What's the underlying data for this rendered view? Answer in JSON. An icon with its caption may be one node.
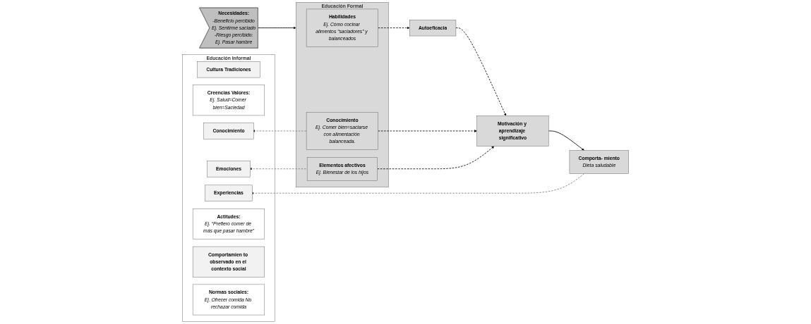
{
  "diagram": {
    "nodes": [
      {
        "text": [
          "Educación Informal"
        ]
      },
      {
        "text": [
          "Cultura Tradiciones"
        ],
        "in": 0
      },
      {
        "text": [
          "Creencias Valores:",
          "Ej. Salud=Comer bien=Saciedad"
        ],
        "in": 0
      },
      {
        "text": [
          "Experiencias"
        ],
        "in": 0
      },
      {
        "text": [
          "Conocimiento"
        ],
        "in": 0
      },
      {
        "text": [
          "Emociones"
        ],
        "in": 0
      },
      {
        "text": [
          "Actitudes:",
          "Ej. “Prefiero comer de más que pasar hambre”"
        ],
        "in": 0
      },
      {
        "text": [
          "Comportamien to observado en el contexto social"
        ],
        "in": 0
      },
      {
        "text": [
          "Normas sociales:",
          "Ej. Ofrecer comida No rechazar comida"
        ],
        "in": 0
      },
      {
        "text": [
          "Necesidades:",
          "-Beneficio percibido",
          "Ej. Sentirme saciado",
          "-Riesgo percibido:",
          "Ej. Pasar hambre"
        ]
      },
      {
        "text": [
          "Educación Formal"
        ]
      },
      {
        "text": [
          "Habilidades",
          "Ej. Cómo cocinar alimentos “saciadores” y balanceados"
        ],
        "in": 10
      },
      {
        "text": [
          "Conocimiento",
          "Ej. Comer bien=saciarse con alimentación balanceada."
        ],
        "in": 10
      },
      {
        "text": [
          "Elementos afectivos",
          "Ej. Bienestar de los hijos"
        ],
        "in": 10
      },
      {
        "text": [
          "Autoeficacia"
        ]
      },
      {
        "text": [
          "Motivación y aprendizaje significativo"
        ]
      },
      {
        "text": [
          "Comporta- miento",
          "Dieta saludable"
        ]
      }
    ],
    "edges": [
      {
        "from": 9,
        "to": 10,
        "arrow": "to"
      },
      {
        "from": 11,
        "to": 14,
        "arrow": "to",
        "style": "dashed"
      },
      {
        "from": 14,
        "to": 15,
        "arrow": "to",
        "style": "dashed"
      },
      {
        "from": 12,
        "to": 15,
        "arrow": "to",
        "style": "dashed"
      },
      {
        "from": 13,
        "to": 15,
        "arrow": "to",
        "style": "dashed"
      },
      {
        "from": 15,
        "to": 16,
        "arrow": "to"
      },
      {
        "from": 16,
        "to": 3,
        "arrow": "to",
        "style": "dashed",
        "color": "#808080"
      },
      {
        "from": 12,
        "to": 4,
        "arrow": "to",
        "style": "dashed",
        "color": "#808080"
      },
      {
        "from": 13,
        "to": 5,
        "arrow": "to",
        "style": "dashed",
        "color": "#808080"
      }
    ]
  }
}
